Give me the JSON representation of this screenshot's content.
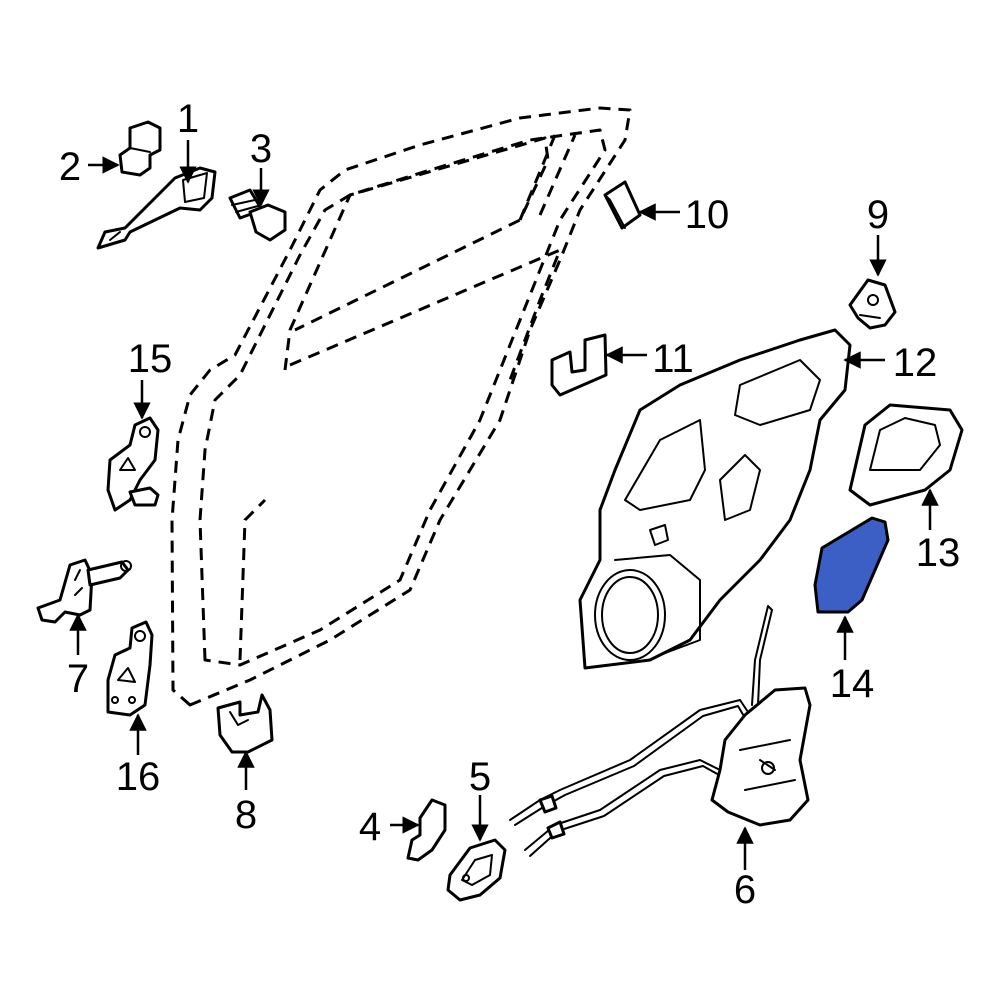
{
  "colors": {
    "line": "#000000",
    "background": "#ffffff",
    "highlight": "#3b5fc4"
  },
  "highlighted_part": "14",
  "callouts": {
    "c1": "1",
    "c2": "2",
    "c3": "3",
    "c4": "4",
    "c5": "5",
    "c6": "6",
    "c7": "7",
    "c8": "8",
    "c9": "9",
    "c10": "10",
    "c11": "11",
    "c12": "12",
    "c13": "13",
    "c14": "14",
    "c15": "15",
    "c16": "16"
  }
}
